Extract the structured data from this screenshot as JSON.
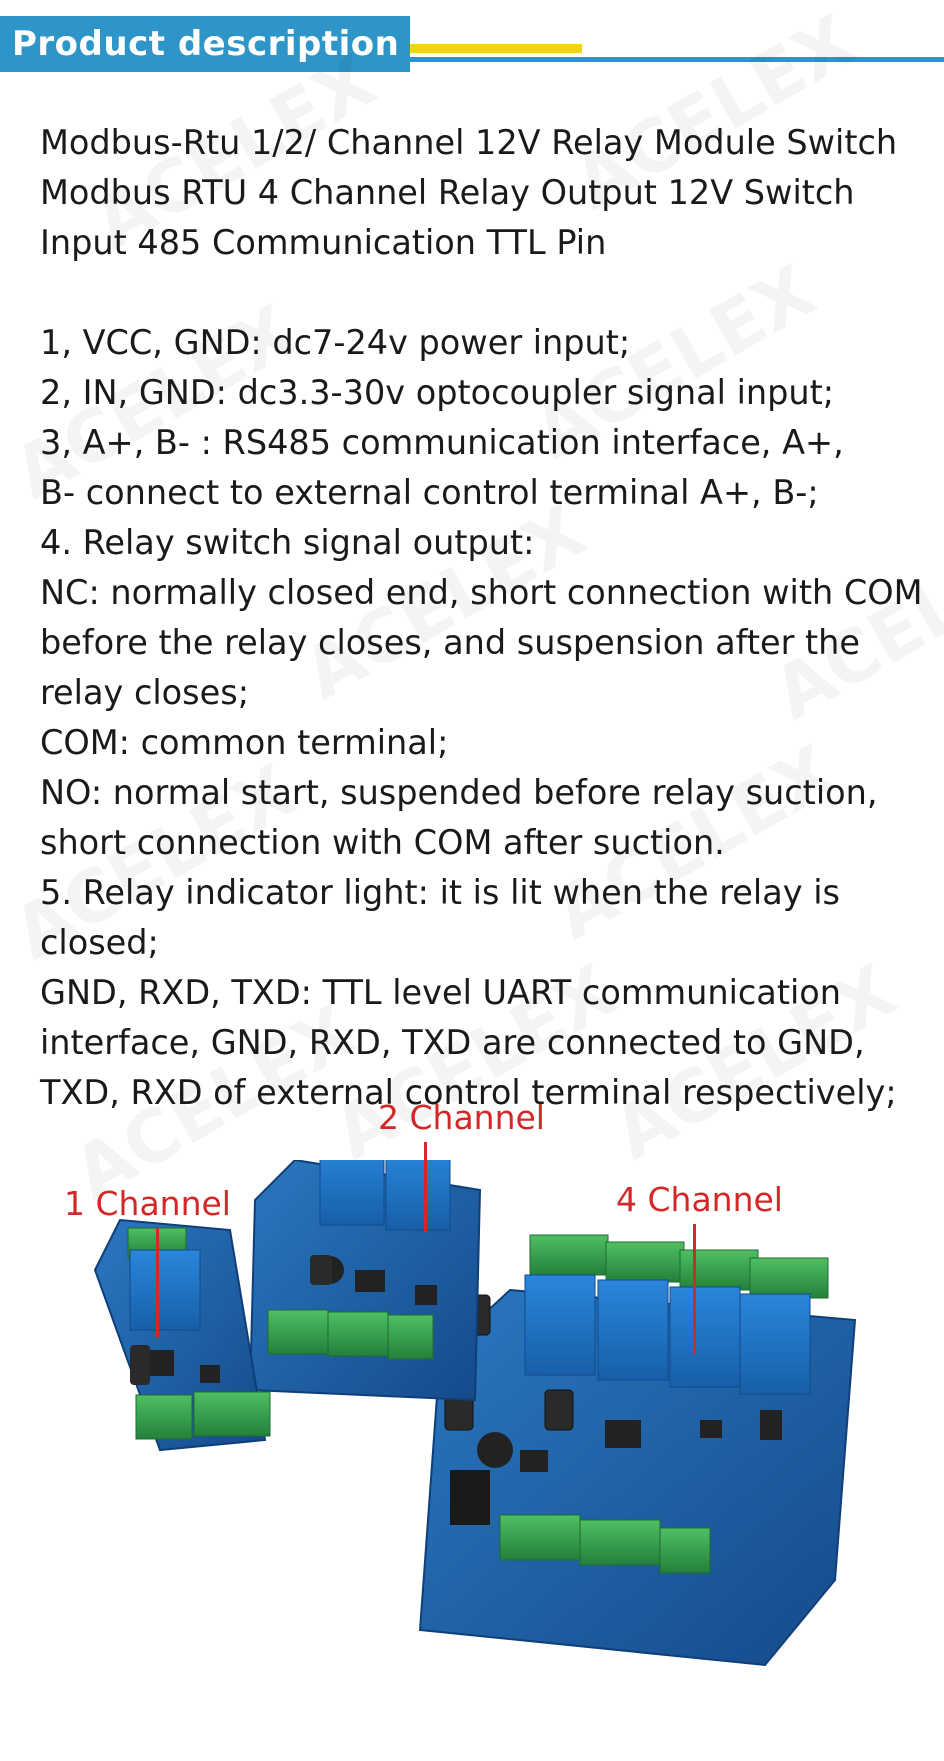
{
  "header": {
    "title": "Product description"
  },
  "watermark": "ACELEX",
  "description": {
    "lines": [
      "Modbus-Rtu 1/2/ Channel 12V Relay Module Switch",
      "Modbus RTU 4 Channel Relay Output 12V Switch",
      "Input 485 Communication TTL Pin"
    ],
    "spec_lines": [
      "1, VCC, GND: dc7-24v power input;",
      "2, IN, GND: dc3.3-30v optocoupler signal input;",
      "3, A+, B- : RS485 communication interface, A+,",
      "B- connect to external control terminal A+, B-;",
      "4. Relay switch signal output:",
      "NC: normally closed end, short connection with COM",
      "before the relay closes, and suspension after the",
      "relay closes;",
      "COM: common terminal;",
      "NO: normal start, suspended before relay suction,",
      "short connection with COM after suction.",
      "5. Relay indicator light: it is lit when the relay is",
      "closed;",
      "GND, RXD, TXD: TTL level UART communication",
      "interface, GND, RXD, TXD are connected to GND,",
      "TXD, RXD of external control terminal respectively;"
    ]
  },
  "product_image": {
    "labels": {
      "one_channel": "1 Channel",
      "two_channel": "2 Channel",
      "four_channel": "4 Channel"
    }
  },
  "colors": {
    "header_blue": "#2e95c8",
    "header_yellow": "#f3d21a",
    "label_red": "#d42828",
    "pcb_blue": "#1c5fa8",
    "relay_blue": "#1e73c8",
    "terminal_green": "#2f9d4a"
  }
}
